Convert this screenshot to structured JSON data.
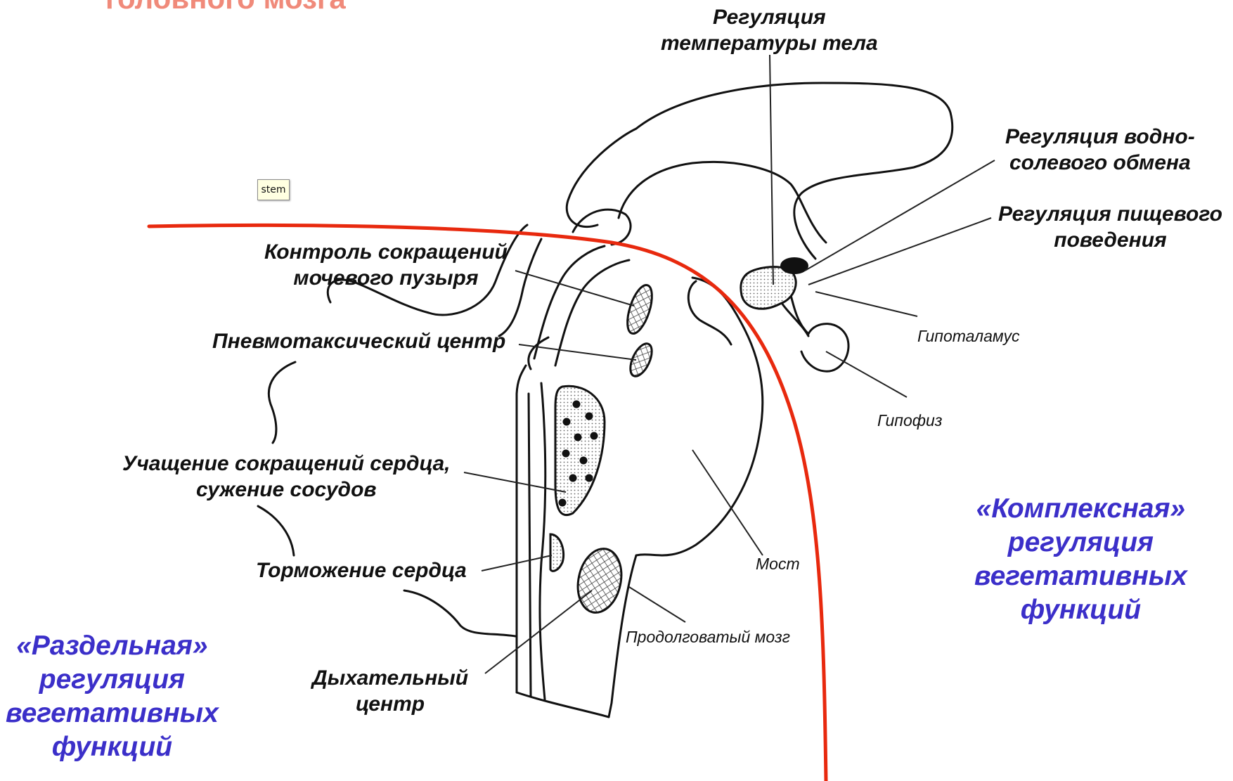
{
  "title_fragment": "головного мозга",
  "tooltip": "stem",
  "labels": {
    "temperature": [
      "Регуляция",
      "температуры тела"
    ],
    "water_salt": [
      "Регуляция водно-",
      "солевого обмена"
    ],
    "feeding": [
      "Регуляция пищевого",
      "поведения"
    ],
    "hypothalamus": "Гипоталамус",
    "hypophysis": "Гипофиз",
    "pons": "Мост",
    "medulla": "Продолговатый мозг",
    "bladder": [
      "Контроль сокращений",
      "мочевого пузыря"
    ],
    "pneumotaxic": "Пневмотаксический центр",
    "heart_accel": [
      "Учащение сокращений сердца,",
      "сужение сосудов"
    ],
    "heart_inhibit": "Торможение сердца",
    "respiratory": [
      "Дыхательный",
      "центр"
    ]
  },
  "regions": {
    "separate": [
      "«Раздельная»",
      "регуляция",
      "вегетативных",
      "функций"
    ],
    "complex": [
      "«Комплексная»",
      "регуляция",
      "вегетативных",
      "функций"
    ]
  },
  "colors": {
    "boundary_line": "#e8290e",
    "region_text": "#3b2fc9",
    "title_text": "#f08a7a"
  }
}
